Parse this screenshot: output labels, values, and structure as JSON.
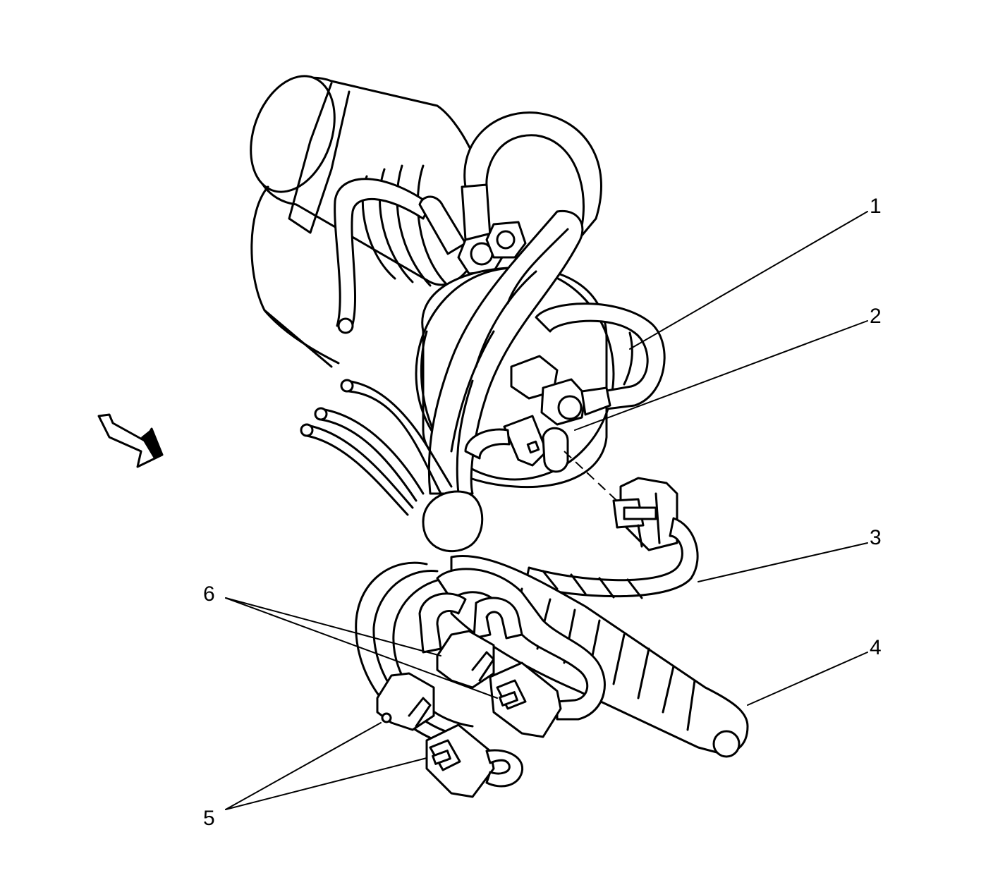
{
  "callouts": [
    {
      "id": "1",
      "label": "1"
    },
    {
      "id": "2",
      "label": "2"
    },
    {
      "id": "3",
      "label": "3"
    },
    {
      "id": "4",
      "label": "4"
    },
    {
      "id": "5",
      "label": "5"
    },
    {
      "id": "6",
      "label": "6"
    }
  ],
  "icons": {
    "direction_arrow": "forward-direction-arrow-icon"
  }
}
